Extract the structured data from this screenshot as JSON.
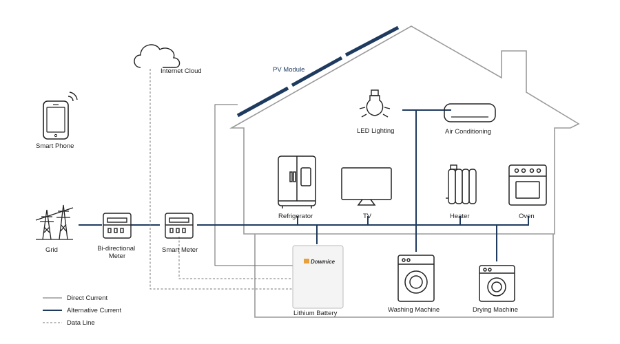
{
  "labels": {
    "pv_module": "PV Module",
    "internet_cloud": "Internet Cloud",
    "smart_phone": "Smart Phone",
    "grid": "Grid",
    "bi_meter_line1": "Bi-directional",
    "bi_meter_line2": "Meter",
    "smart_meter": "Smart Meter",
    "led_lighting": "LED Lighting",
    "air_conditioning": "Air Conditioning",
    "refrigerator": "Refrigerator",
    "tv": "TV",
    "heater": "Heater",
    "oven": "Oven",
    "battery": "Lithium Battery",
    "battery_brand": "Dowmice",
    "washing_machine": "Washing Machine",
    "drying_machine": "Drying Machine"
  },
  "legend": {
    "direct_current": "Direct Current",
    "alternative_current": "Alternative Current",
    "data_line": "Data Line"
  },
  "colors": {
    "ac_line": "#1e3a5f",
    "dc_line": "#666666",
    "house_outline": "#9a9a9a",
    "icon_stroke": "#222222",
    "brand_accent": "#e8a13a"
  }
}
